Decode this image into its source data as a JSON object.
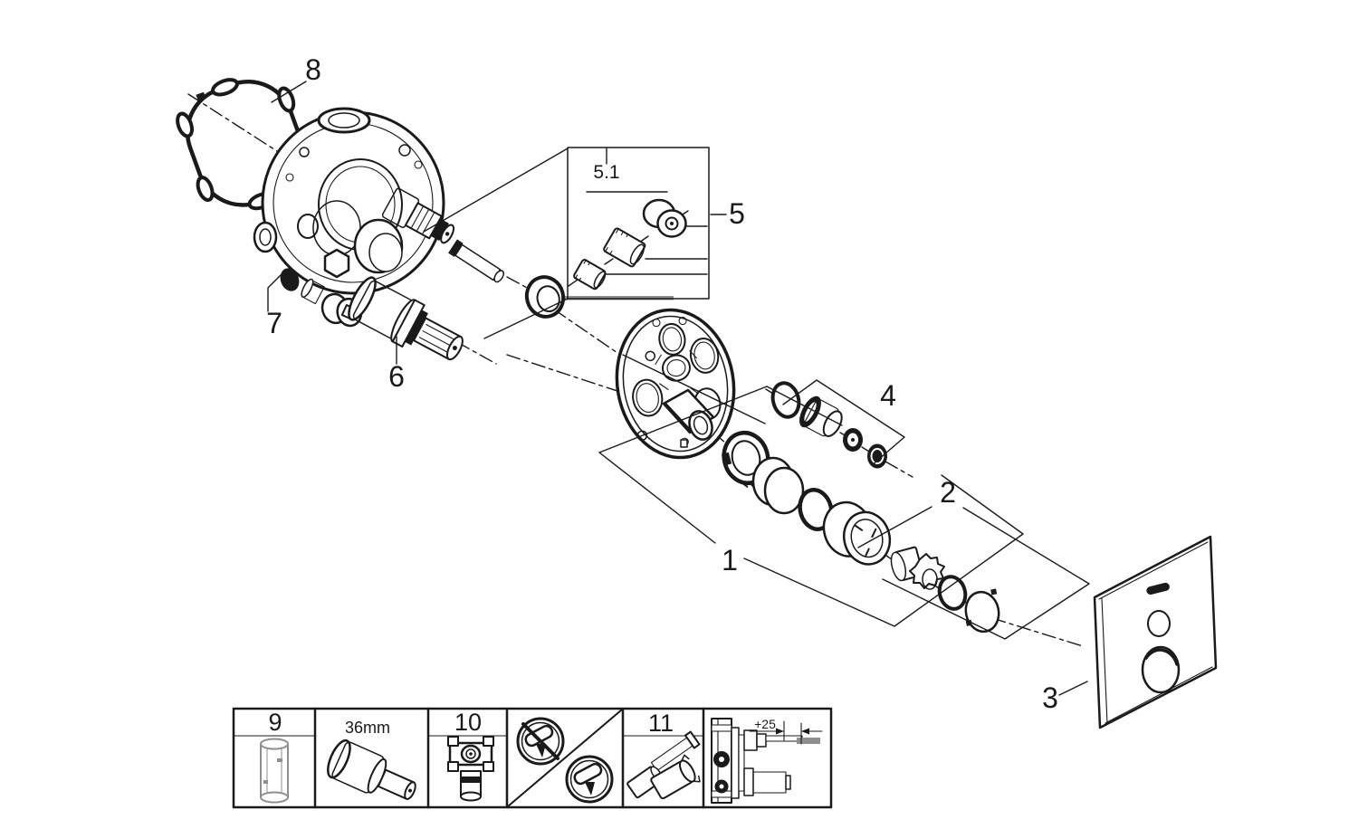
{
  "palette": {
    "ink": "#1a1a1a",
    "gray": "#8f8f8f",
    "background": "#ffffff"
  },
  "callouts": {
    "part8": "8",
    "part5_sub": "5.1",
    "part5": "5",
    "part7": "7",
    "part6": "6",
    "part4": "4",
    "part2": "2",
    "part1": "1",
    "part3": "3"
  },
  "legend": {
    "part9": "9",
    "cartridge_size": "36mm",
    "part10": "10",
    "part11": "11",
    "extension_offset": "+25"
  },
  "icons": {
    "grohe_logo": "grohe-logo",
    "no_lubricant": "no-lubricant-prohibition",
    "lubricant_ok": "lubricant-ok"
  }
}
